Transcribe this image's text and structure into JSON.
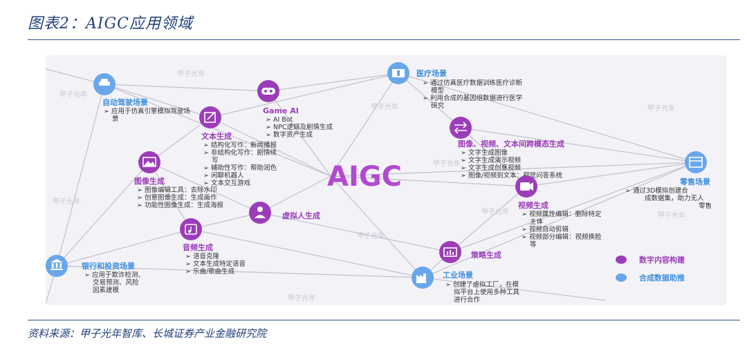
{
  "header": {
    "title": "图表2：AIGC应用领域"
  },
  "footer": {
    "source": "资料来源：甲子光年智库、长城证券产业金融研究院"
  },
  "diagram": {
    "center": "AIGC",
    "watermark": "甲子光年",
    "nodes": {
      "autodrive": {
        "title": "自动驾驶场景",
        "items": [
          "应用于仿真引擎模拟驾驶场",
          "景"
        ]
      },
      "gameai": {
        "title": "Game AI",
        "items": [
          "AI Bot",
          "NPC逻辑及剧情生成",
          "数字资产生成"
        ]
      },
      "medical": {
        "title": "医疗场景",
        "items": [
          "通过仿真医疗数据训练医疗诊断",
          "模型",
          "利用合成的基因组数据进行医学",
          "研究"
        ]
      },
      "text": {
        "title": "文本生成",
        "items": [
          "结构化写作：新闻播报",
          "非结构化写作：剧情续",
          "写",
          "辅助性写作：帮助润色",
          "闲聊机器人",
          "文本交互游戏"
        ]
      },
      "crossmodal": {
        "title": "图像、视频、文本间跨模态生成",
        "items": [
          "文字生成图像",
          "文字生成演示视频",
          "文字生成创意视频",
          "图像/视频到文本：视觉问答系统"
        ]
      },
      "image": {
        "title": "图像生成",
        "items": [
          "图像编辑工具：去除水印",
          "创意图像生成：生成画作",
          "功能性图像生成：生成海报"
        ]
      },
      "retail": {
        "title": "零售场景",
        "items": [
          "通过3D模拟创建合",
          "成数据集，助力无人",
          "零售"
        ]
      },
      "virtual": {
        "title": "虚拟人生成",
        "items": []
      },
      "video": {
        "title": "视频生成",
        "items": [
          "视频属性编辑：删除特定",
          "主体",
          "视频自动剪辑",
          "视频部分编辑：视频换脸",
          "等"
        ]
      },
      "audio": {
        "title": "音频生成",
        "items": [
          "语音克隆",
          "文本生成特定语音",
          "乐曲/歌曲生成"
        ]
      },
      "strategy": {
        "title": "策略生成",
        "items": []
      },
      "bank": {
        "title": "银行和投资场景",
        "items": [
          "应用于欺诈检测、",
          "交易预测、风险",
          "因素建模"
        ]
      },
      "industry": {
        "title": "工业场景",
        "items": [
          "创建了虚拟工厂，在模",
          "拟平台上使用多种工具",
          "进行合作"
        ]
      }
    },
    "legend": [
      {
        "label": "数字内容构建",
        "color": "#9b3db8"
      },
      {
        "label": "合成数据助推",
        "color": "#6aa6ea"
      }
    ],
    "colors": {
      "purple": "#9b3db8",
      "blue": "#6aa6ea",
      "line": "#c2bfcc",
      "aigc": "#b04ad0"
    }
  }
}
